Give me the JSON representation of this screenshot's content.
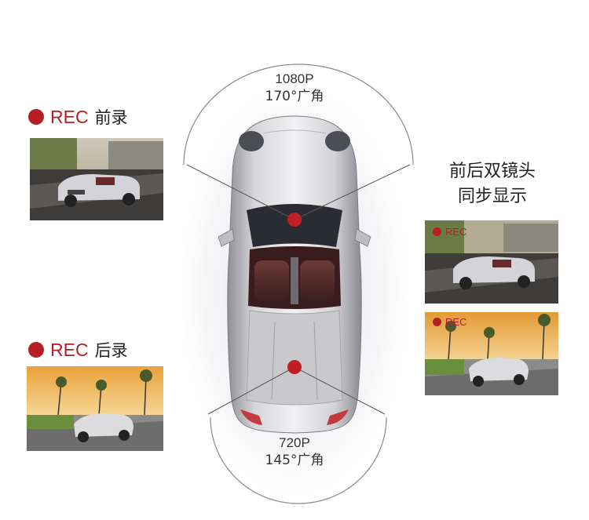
{
  "front_spec": {
    "resolution": "1080P",
    "angle": "170°广角"
  },
  "rear_spec": {
    "resolution": "720P",
    "angle": "145°广角"
  },
  "left_front": {
    "rec": "REC",
    "label": "前录"
  },
  "left_rear": {
    "rec": "REC",
    "label": "后录"
  },
  "right_title": {
    "line1": "前后双镜头",
    "line2": "同步显示"
  },
  "right_top_photo": {
    "rec": "REC"
  },
  "right_bottom_photo": {
    "rec": "REC"
  },
  "colors": {
    "accent": "#b41e24"
  }
}
